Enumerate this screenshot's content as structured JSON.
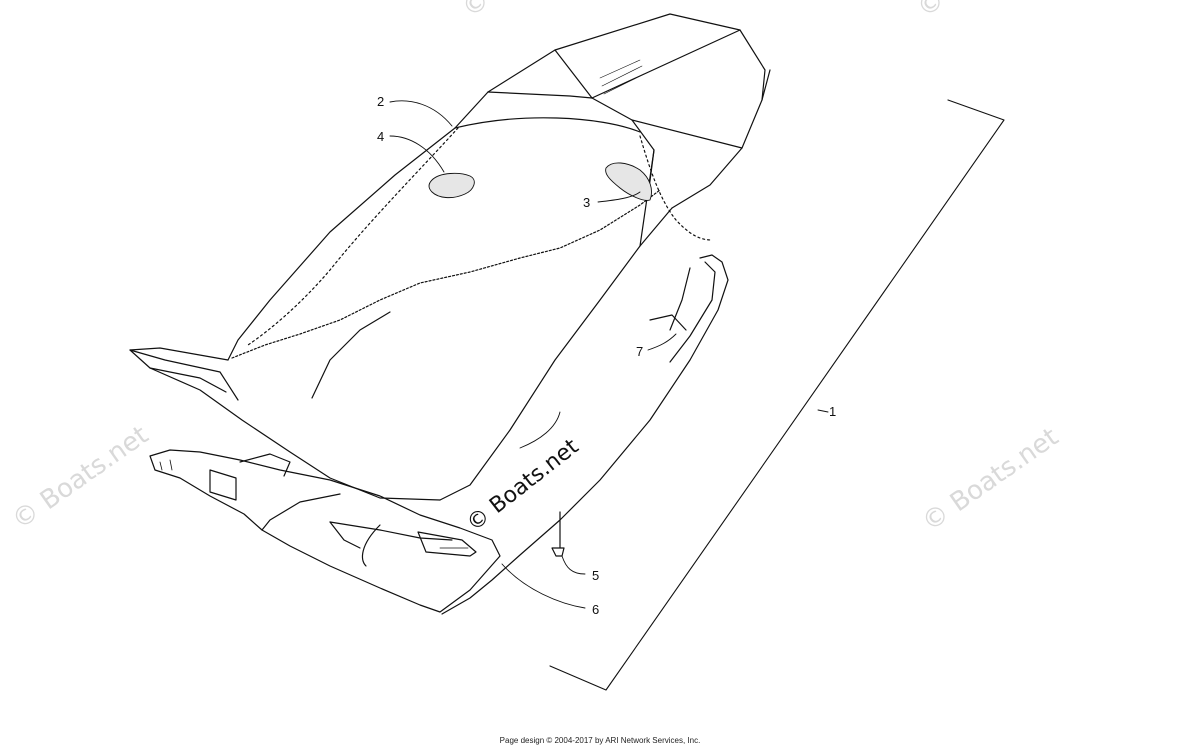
{
  "diagram": {
    "callouts": [
      {
        "id": "1",
        "label": "1"
      },
      {
        "id": "2",
        "label": "2"
      },
      {
        "id": "3",
        "label": "3"
      },
      {
        "id": "4",
        "label": "4"
      },
      {
        "id": "5",
        "label": "5"
      },
      {
        "id": "6",
        "label": "6"
      },
      {
        "id": "7",
        "label": "7"
      }
    ],
    "watermark": {
      "main_text": "© Boats.net",
      "faint_text": "© Boats.net"
    }
  },
  "footer": {
    "text": "Page design © 2004-2017 by ARI Network Services, Inc."
  },
  "colors": {
    "line": "#111111",
    "watermark_faint": "#d9d9d9",
    "background": "#ffffff"
  }
}
